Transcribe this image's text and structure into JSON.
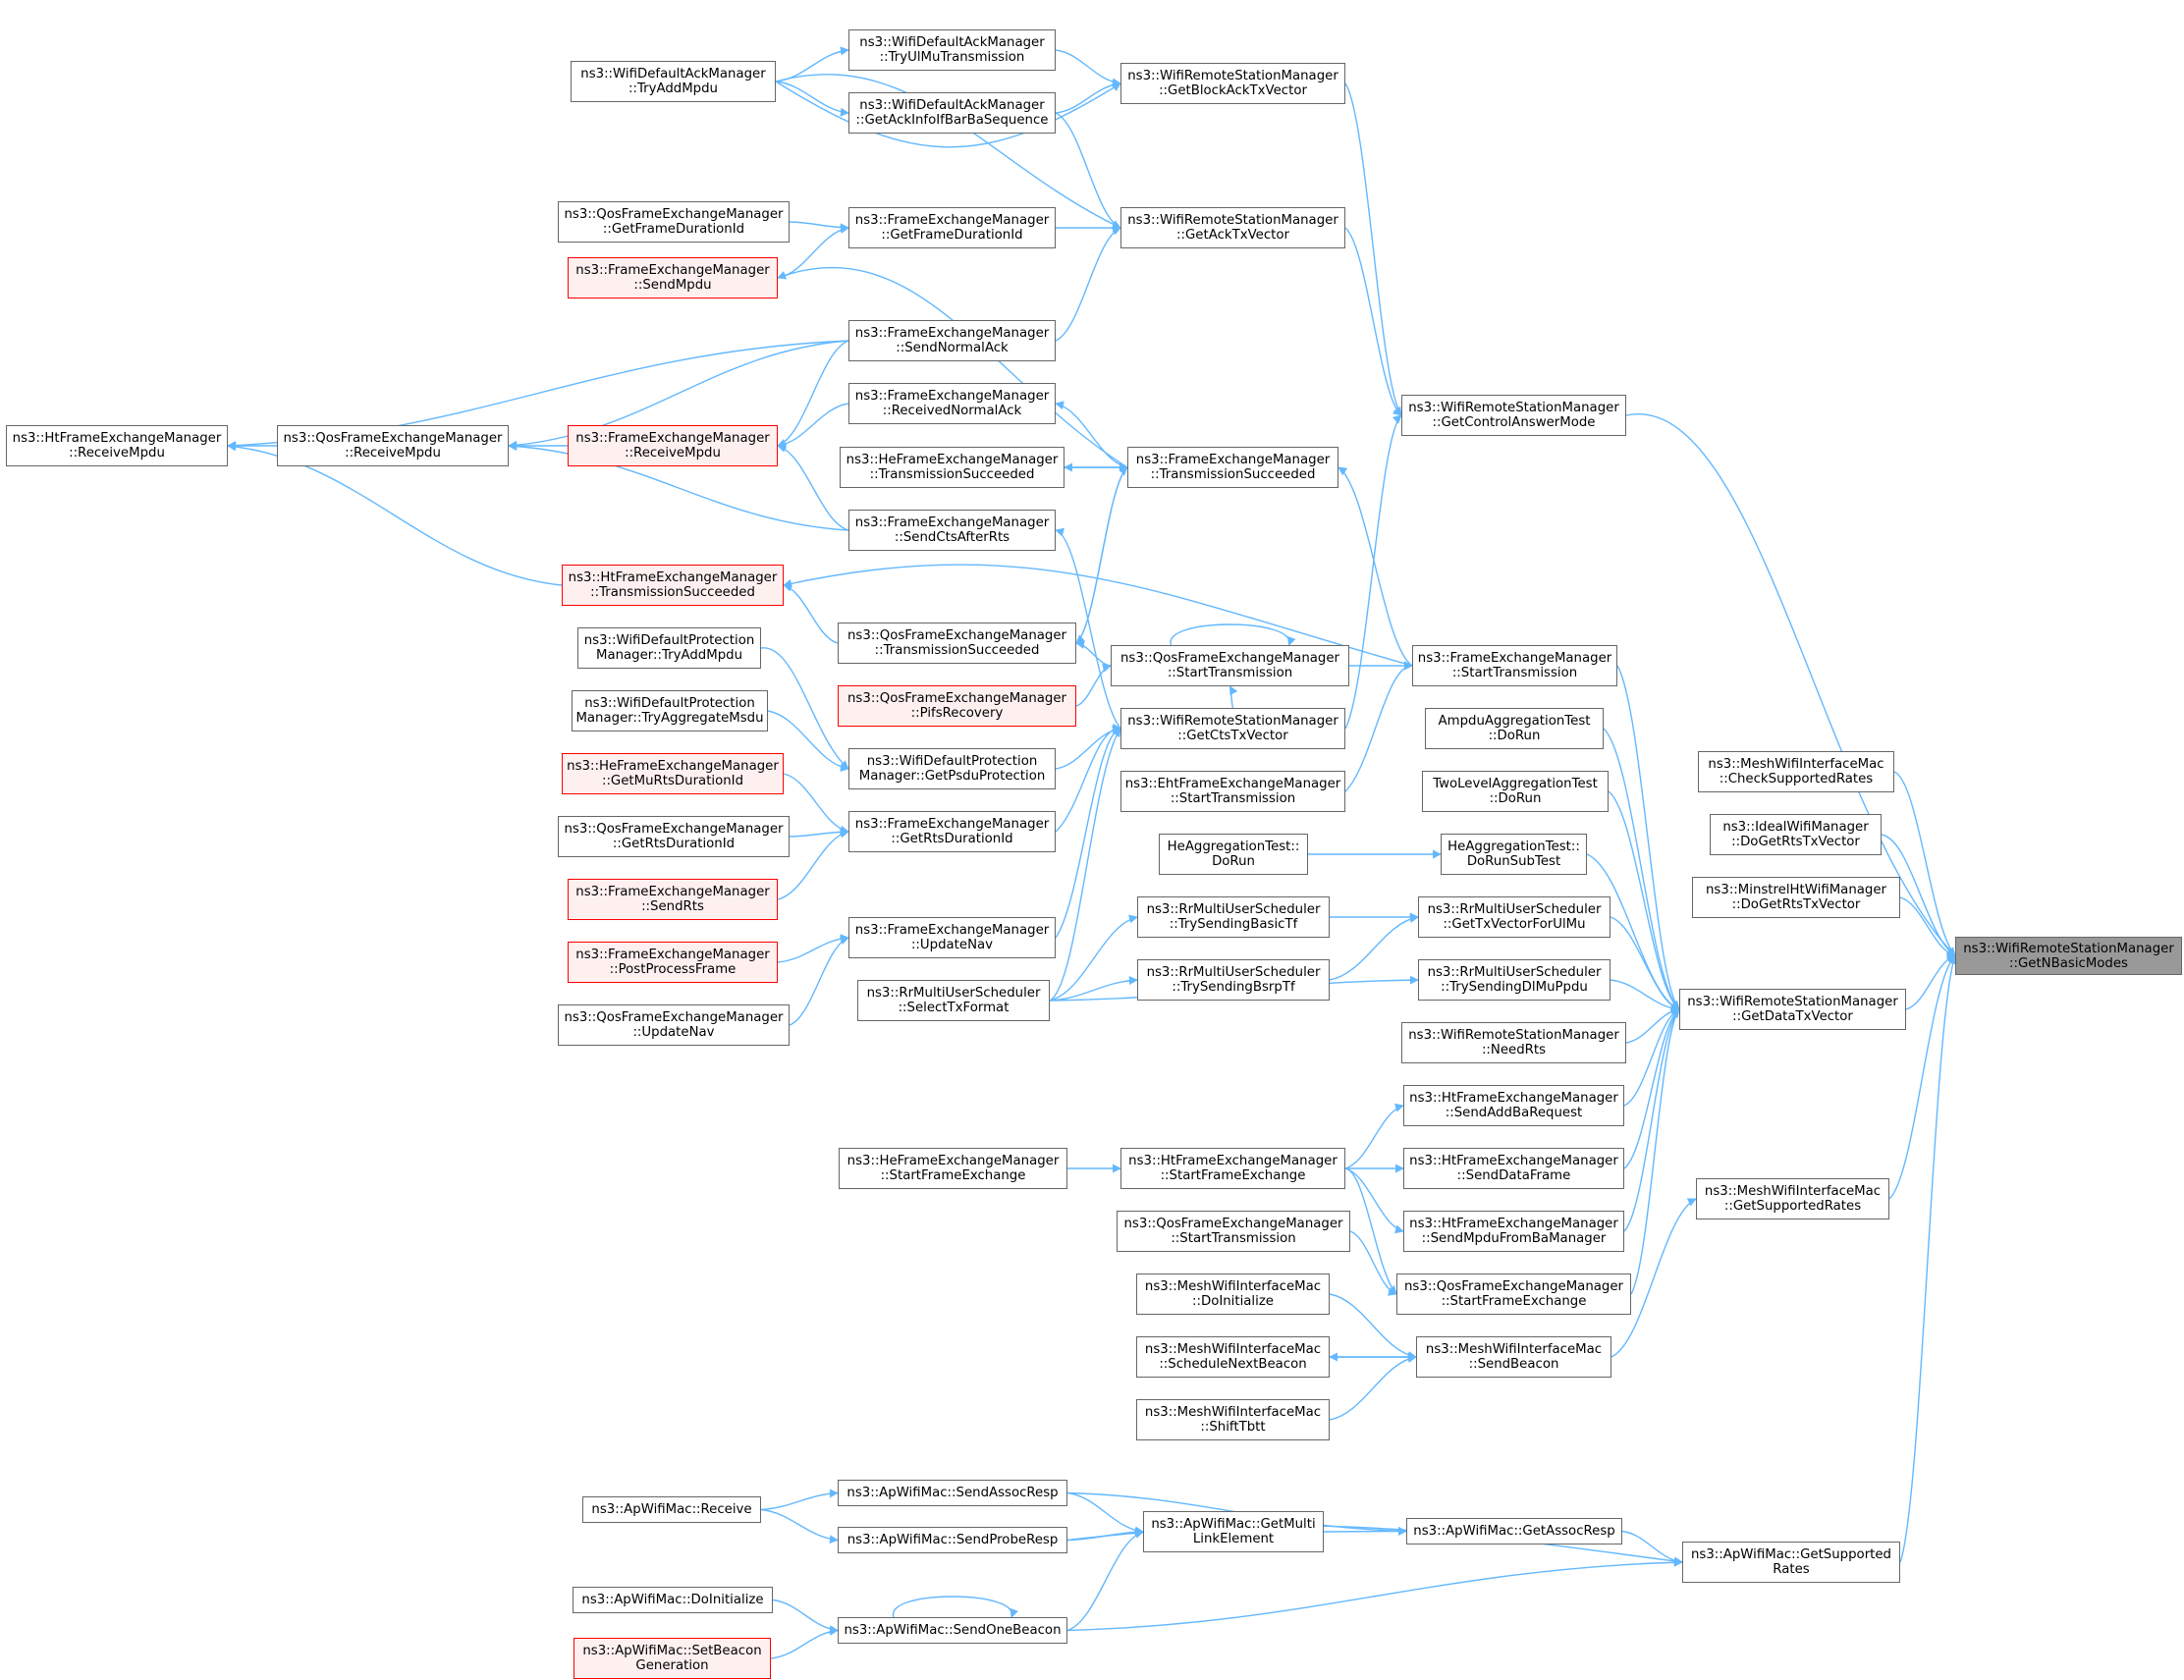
{
  "colors": {
    "edge": "#63b8ff",
    "node_border": "#666666",
    "focus_fill": "#999999",
    "red_border": "#ff0000",
    "red_fill": "#fff0f0"
  },
  "nodes": [
    {
      "id": "focus",
      "lines": [
        "ns3::WifiRemoteStationManager",
        "::GetNBasicModes"
      ],
      "style": "focus"
    },
    {
      "id": "ms_check",
      "lines": [
        "ns3::MeshWifiInterfaceMac",
        "::CheckSupportedRates"
      ]
    },
    {
      "id": "ideal",
      "lines": [
        "ns3::IdealWifiManager",
        "::DoGetRtsTxVector"
      ]
    },
    {
      "id": "minstrel",
      "lines": [
        "ns3::MinstrelHtWifiManager",
        "::DoGetRtsTxVector"
      ]
    },
    {
      "id": "getdata",
      "lines": [
        "ns3::WifiRemoteStationManager",
        "::GetDataTxVector"
      ]
    },
    {
      "id": "ms_getsup",
      "lines": [
        "ns3::MeshWifiInterfaceMac",
        "::GetSupportedRates"
      ]
    },
    {
      "id": "ap_getsup",
      "lines": [
        "ns3::ApWifiMac::GetSupported",
        "Rates"
      ]
    },
    {
      "id": "ctrl",
      "lines": [
        "ns3::WifiRemoteStationManager",
        "::GetControlAnswerMode"
      ]
    },
    {
      "id": "blockack",
      "lines": [
        "ns3::WifiRemoteStationManager",
        "::GetBlockAckTxVector"
      ]
    },
    {
      "id": "acktx",
      "lines": [
        "ns3::WifiRemoteStationManager",
        "::GetAckTxVector"
      ]
    },
    {
      "id": "ctstx",
      "lines": [
        "ns3::WifiRemoteStationManager",
        "::GetCtsTxVector"
      ]
    },
    {
      "id": "fem_start",
      "lines": [
        "ns3::FrameExchangeManager",
        "::StartTransmission"
      ]
    },
    {
      "id": "fem_txsucc",
      "lines": [
        "ns3::FrameExchangeManager",
        "::TransmissionSucceeded"
      ]
    },
    {
      "id": "qfem_start",
      "lines": [
        "ns3::QosFrameExchangeManager",
        "::StartTransmission"
      ]
    },
    {
      "id": "eht_start",
      "lines": [
        "ns3::EhtFrameExchangeManager",
        "::StartTransmission"
      ]
    },
    {
      "id": "ampdu",
      "lines": [
        "AmpduAggregationTest",
        "::DoRun"
      ]
    },
    {
      "id": "twolevel",
      "lines": [
        "TwoLevelAggregationTest",
        "::DoRun"
      ]
    },
    {
      "id": "he_subtest",
      "lines": [
        "HeAggregationTest::",
        "DoRunSubTest"
      ]
    },
    {
      "id": "he_dorun",
      "lines": [
        "HeAggregationTest::",
        "DoRun"
      ]
    },
    {
      "id": "rr_gettx",
      "lines": [
        "ns3::RrMultiUserScheduler",
        "::GetTxVectorForUlMu"
      ]
    },
    {
      "id": "rr_dlmu",
      "lines": [
        "ns3::RrMultiUserScheduler",
        "::TrySendingDlMuPpdu"
      ]
    },
    {
      "id": "rr_basictf",
      "lines": [
        "ns3::RrMultiUserScheduler",
        "::TrySendingBasicTf"
      ]
    },
    {
      "id": "rr_bsrp",
      "lines": [
        "ns3::RrMultiUserScheduler",
        "::TrySendingBsrpTf"
      ]
    },
    {
      "id": "rr_select",
      "lines": [
        "ns3::RrMultiUserScheduler",
        "::SelectTxFormat"
      ]
    },
    {
      "id": "needrts",
      "lines": [
        "ns3::WifiRemoteStationManager",
        "::NeedRts"
      ]
    },
    {
      "id": "ht_addba",
      "lines": [
        "ns3::HtFrameExchangeManager",
        "::SendAddBaRequest"
      ]
    },
    {
      "id": "ht_senddata",
      "lines": [
        "ns3::HtFrameExchangeManager",
        "::SendDataFrame"
      ]
    },
    {
      "id": "ht_mpduba",
      "lines": [
        "ns3::HtFrameExchangeManager",
        "::SendMpduFromBaManager"
      ]
    },
    {
      "id": "qfem_sfe",
      "lines": [
        "ns3::QosFrameExchangeManager",
        "::StartFrameExchange"
      ]
    },
    {
      "id": "ht_sfe",
      "lines": [
        "ns3::HtFrameExchangeManager",
        "::StartFrameExchange"
      ]
    },
    {
      "id": "he_sfe",
      "lines": [
        "ns3::HeFrameExchangeManager",
        "::StartFrameExchange"
      ]
    },
    {
      "id": "qfem_start2",
      "lines": [
        "ns3::QosFrameExchangeManager",
        "::StartTransmission"
      ]
    },
    {
      "id": "ms_sendbeacon",
      "lines": [
        "ns3::MeshWifiInterfaceMac",
        "::SendBeacon"
      ]
    },
    {
      "id": "ms_doinit",
      "lines": [
        "ns3::MeshWifiInterfaceMac",
        "::DoInitialize"
      ]
    },
    {
      "id": "ms_sched",
      "lines": [
        "ns3::MeshWifiInterfaceMac",
        "::ScheduleNextBeacon"
      ]
    },
    {
      "id": "ms_shift",
      "lines": [
        "ns3::MeshWifiInterfaceMac",
        "::ShiftTbtt"
      ]
    },
    {
      "id": "ap_assocresp",
      "lines": [
        "ns3::ApWifiMac::GetAssocResp"
      ]
    },
    {
      "id": "ap_multilink",
      "lines": [
        "ns3::ApWifiMac::GetMulti",
        "LinkElement"
      ]
    },
    {
      "id": "ap_sendassoc",
      "lines": [
        "ns3::ApWifiMac::SendAssocResp"
      ]
    },
    {
      "id": "ap_sendprobe",
      "lines": [
        "ns3::ApWifiMac::SendProbeResp"
      ]
    },
    {
      "id": "ap_sendbeacon",
      "lines": [
        "ns3::ApWifiMac::SendOneBeacon"
      ]
    },
    {
      "id": "ap_receive",
      "lines": [
        "ns3::ApWifiMac::Receive"
      ]
    },
    {
      "id": "ap_doinit",
      "lines": [
        "ns3::ApWifiMac::DoInitialize"
      ]
    },
    {
      "id": "ap_setbeacon",
      "lines": [
        "ns3::ApWifiMac::SetBeacon",
        "Generation"
      ],
      "style": "red"
    },
    {
      "id": "dam_ulmu",
      "lines": [
        "ns3::WifiDefaultAckManager",
        "::TryUlMuTransmission"
      ]
    },
    {
      "id": "dam_getack",
      "lines": [
        "ns3::WifiDefaultAckManager",
        "::GetAckInfoIfBarBaSequence"
      ]
    },
    {
      "id": "dam_tryadd",
      "lines": [
        "ns3::WifiDefaultAckManager",
        "::TryAddMpdu"
      ]
    },
    {
      "id": "fem_getdur",
      "lines": [
        "ns3::FrameExchangeManager",
        "::GetFrameDurationId"
      ]
    },
    {
      "id": "qfem_getdur",
      "lines": [
        "ns3::QosFrameExchangeManager",
        "::GetFrameDurationId"
      ]
    },
    {
      "id": "fem_sendmpdu",
      "lines": [
        "ns3::FrameExchangeManager",
        "::SendMpdu"
      ],
      "style": "red"
    },
    {
      "id": "fem_sendack",
      "lines": [
        "ns3::FrameExchangeManager",
        "::SendNormalAck"
      ]
    },
    {
      "id": "fem_recvack",
      "lines": [
        "ns3::FrameExchangeManager",
        "::ReceivedNormalAck"
      ]
    },
    {
      "id": "fem_recvmpdu",
      "lines": [
        "ns3::FrameExchangeManager",
        "::ReceiveMpdu"
      ],
      "style": "red"
    },
    {
      "id": "qfem_recv",
      "lines": [
        "ns3::QosFrameExchangeManager",
        "::ReceiveMpdu"
      ]
    },
    {
      "id": "ht_recv",
      "lines": [
        "ns3::HtFrameExchangeManager",
        "::ReceiveMpdu"
      ]
    },
    {
      "id": "he_txsucc",
      "lines": [
        "ns3::HeFrameExchangeManager",
        "::TransmissionSucceeded"
      ]
    },
    {
      "id": "fem_ctsafter",
      "lines": [
        "ns3::FrameExchangeManager",
        "::SendCtsAfterRts"
      ]
    },
    {
      "id": "ht_txsucc",
      "lines": [
        "ns3::HtFrameExchangeManager",
        "::TransmissionSucceeded"
      ],
      "style": "red"
    },
    {
      "id": "qfem_txsucc",
      "lines": [
        "ns3::QosFrameExchangeManager",
        "::TransmissionSucceeded"
      ]
    },
    {
      "id": "qfem_pifs",
      "lines": [
        "ns3::QosFrameExchangeManager",
        "::PifsRecovery"
      ],
      "style": "red"
    },
    {
      "id": "dpm_tryadd",
      "lines": [
        "ns3::WifiDefaultProtection",
        "Manager::TryAddMpdu"
      ]
    },
    {
      "id": "dpm_tryagg",
      "lines": [
        "ns3::WifiDefaultProtection",
        "Manager::TryAggregateMsdu"
      ]
    },
    {
      "id": "dpm_getpsdu",
      "lines": [
        "ns3::WifiDefaultProtection",
        "Manager::GetPsduProtection"
      ]
    },
    {
      "id": "he_getmurts",
      "lines": [
        "ns3::HeFrameExchangeManager",
        "::GetMuRtsDurationId"
      ],
      "style": "red"
    },
    {
      "id": "qfem_getrts",
      "lines": [
        "ns3::QosFrameExchangeManager",
        "::GetRtsDurationId"
      ]
    },
    {
      "id": "fem_getrts",
      "lines": [
        "ns3::FrameExchangeManager",
        "::GetRtsDurationId"
      ]
    },
    {
      "id": "fem_sendrts",
      "lines": [
        "ns3::FrameExchangeManager",
        "::SendRts"
      ],
      "style": "red"
    },
    {
      "id": "fem_post",
      "lines": [
        "ns3::FrameExchangeManager",
        "::PostProcessFrame"
      ],
      "style": "red"
    },
    {
      "id": "fem_updatenav",
      "lines": [
        "ns3::FrameExchangeManager",
        "::UpdateNav"
      ]
    },
    {
      "id": "qfem_updatenav",
      "lines": [
        "ns3::QosFrameExchangeManager",
        "::UpdateNav"
      ]
    }
  ]
}
